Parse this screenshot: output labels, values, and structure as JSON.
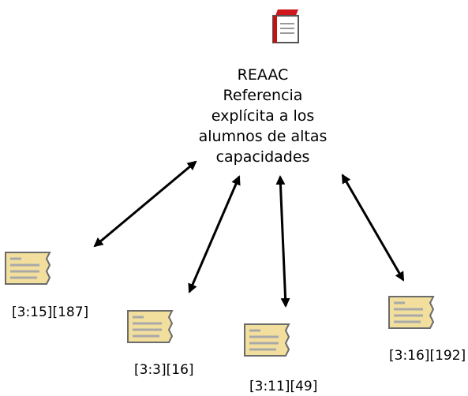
{
  "code": {
    "icon": "code-book-icon",
    "lines": [
      "REAAC",
      "Referencia",
      "explícita a los",
      "alumnos de altas",
      "capacidades"
    ]
  },
  "quotations": [
    {
      "id": "q1",
      "label": "[3:15][187]",
      "icon": "quotation-document-icon"
    },
    {
      "id": "q2",
      "label": "[3:3][16]",
      "icon": "quotation-document-icon"
    },
    {
      "id": "q3",
      "label": "[3:11][49]",
      "icon": "quotation-document-icon"
    },
    {
      "id": "q4",
      "label": "[3:16][192]",
      "icon": "quotation-document-icon"
    }
  ],
  "links": [
    {
      "from": "code",
      "to": "q1",
      "direction": "bidirectional"
    },
    {
      "from": "code",
      "to": "q2",
      "direction": "bidirectional"
    },
    {
      "from": "code",
      "to": "q3",
      "direction": "bidirectional"
    },
    {
      "from": "code",
      "to": "q4",
      "direction": "bidirectional"
    }
  ],
  "colors": {
    "icon_red": "#d0171d",
    "icon_paper": "#f3df9d",
    "icon_lines": "#a9a9a9",
    "arrow": "#000000"
  }
}
